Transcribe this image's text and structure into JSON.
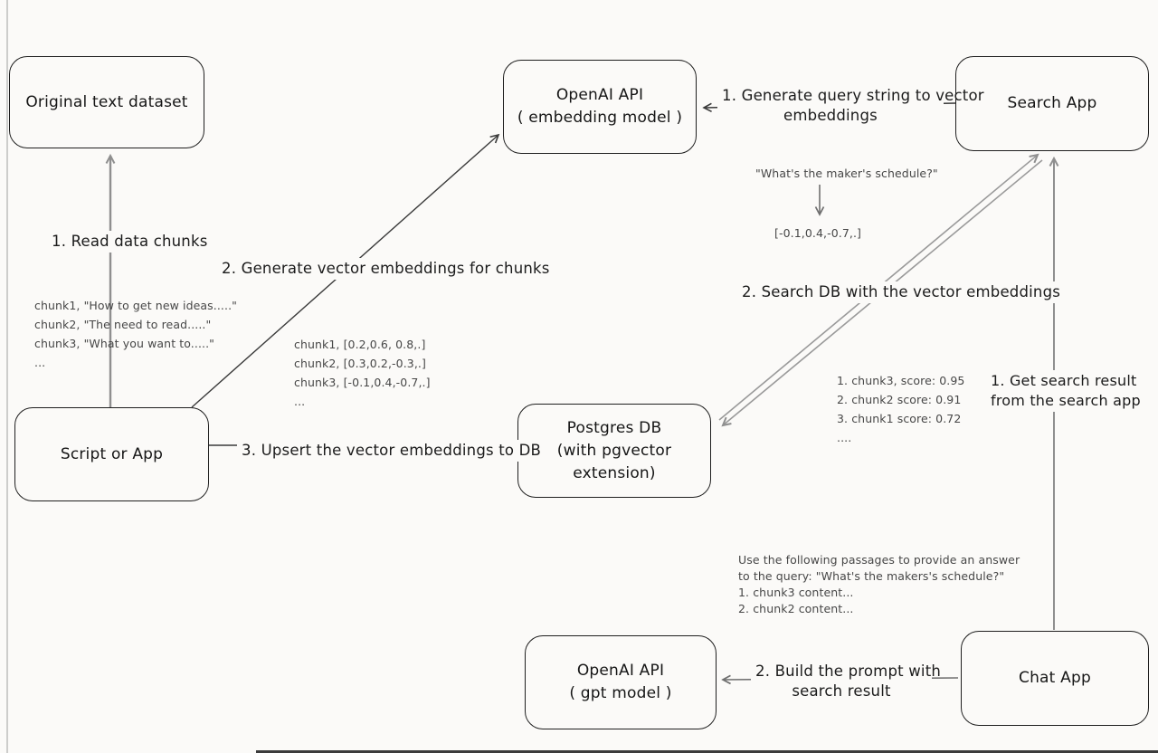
{
  "colors": {
    "background": "#fbfaf8",
    "ink": "#1f1f1f",
    "arrow_gray": "#8f8f8f",
    "arrow_dark": "#3a3a3a",
    "annotation": "#474747"
  },
  "nodes": {
    "original_dataset": {
      "label": "Original text dataset"
    },
    "openai_embedding": {
      "lines": [
        "OpenAI API",
        "( embedding model )"
      ]
    },
    "search_app": {
      "label": "Search App"
    },
    "script_or_app": {
      "label": "Script or App"
    },
    "postgres_db": {
      "lines": [
        "Postgres DB",
        "(with pgvector extension)"
      ]
    },
    "openai_gpt": {
      "lines": [
        "OpenAI API",
        "( gpt model )"
      ]
    },
    "chat_app": {
      "label": "Chat App"
    }
  },
  "edges": {
    "read_chunks": {
      "label": "1. Read data chunks"
    },
    "generate_embeddings": {
      "label": "2. Generate vector embeddings for chunks"
    },
    "upsert": {
      "label": "3. Upsert the vector embeddings to DB"
    },
    "query_to_vector": {
      "lines": [
        "1. Generate query string to vector",
        "embeddings"
      ]
    },
    "search_db": {
      "label": "2. Search DB with the vector embeddings"
    },
    "get_search_result": {
      "lines": [
        "1. Get search result",
        "from the search app"
      ]
    },
    "build_prompt": {
      "lines": [
        "2. Build the prompt with",
        "search result"
      ]
    }
  },
  "annotations": {
    "chunk_texts": [
      "chunk1, \"How to get new ideas.....\"",
      "chunk2, \"The need to read.....\"",
      "chunk3, \"What you want to.....\"",
      "..."
    ],
    "chunk_vectors": [
      "chunk1, [0.2,0.6, 0.8,.]",
      "chunk2, [0.3,0.2,-0.3,.]",
      "chunk3, [-0.1,0.4,-0.7,.]",
      "..."
    ],
    "query_string": "\"What's the maker's schedule?\"",
    "query_vector": "[-0.1,0.4,-0.7,.]",
    "search_scores": [
      "1. chunk3, score: 0.95",
      "2. chunk2 score: 0.91",
      "3. chunk1 score: 0.72",
      "...."
    ],
    "prompt_lines": [
      "Use the following passages to provide an answer",
      "to the query: \"What's the makers's schedule?\"",
      "1. chunk3 content...",
      "2. chunk2 content..."
    ]
  }
}
